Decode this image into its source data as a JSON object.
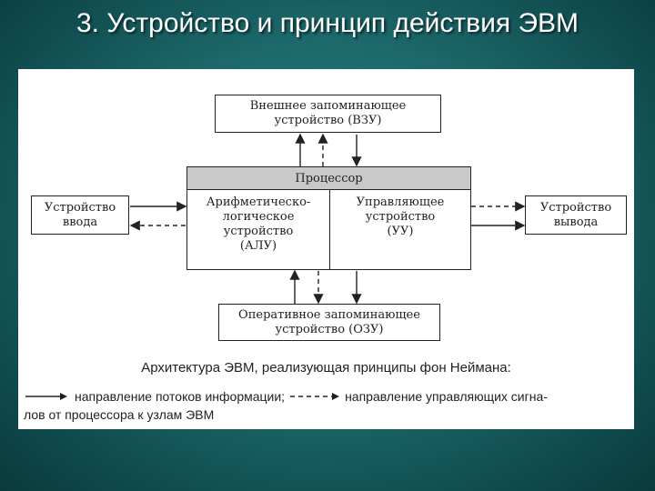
{
  "slide": {
    "title": "3. Устройство и принцип действия ЭВМ"
  },
  "diagram": {
    "external_memory": "Внешнее запоминающее\nустройство (ВЗУ)",
    "processor": "Процессор",
    "alu": "Арифметическо-\nлогическое\nустройство\n(АЛУ)",
    "cu": "Управляющее\nустройство\n(УУ)",
    "input_device": "Устройство\nввода",
    "output_device": "Устройство\nвывода",
    "main_memory": "Оперативное запоминающее\nустройство (ОЗУ)"
  },
  "caption": "Архитектура ЭВМ, реализующая принципы фон Неймана:",
  "legend": {
    "solid_text": "направление потоков информации;",
    "dashed_text": "направление управляющих сигна-",
    "continuation": "лов от процессора к узлам ЭВМ"
  }
}
